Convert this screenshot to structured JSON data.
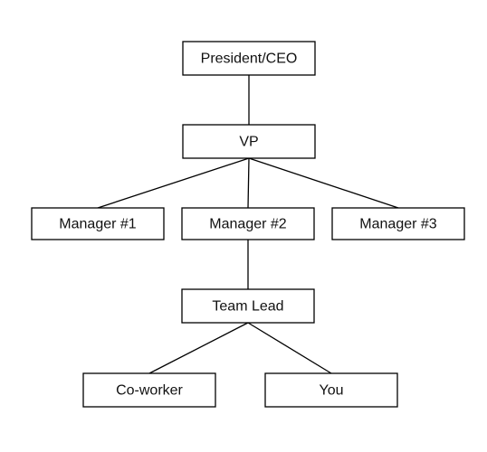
{
  "org_chart": {
    "nodes": [
      {
        "id": "ceo",
        "label": "President/CEO"
      },
      {
        "id": "vp",
        "label": "VP"
      },
      {
        "id": "mgr1",
        "label": "Manager #1"
      },
      {
        "id": "mgr2",
        "label": "Manager #2"
      },
      {
        "id": "mgr3",
        "label": "Manager #3"
      },
      {
        "id": "lead",
        "label": "Team Lead"
      },
      {
        "id": "coworker",
        "label": "Co-worker"
      },
      {
        "id": "you",
        "label": "You"
      }
    ],
    "edges": [
      {
        "from": "ceo",
        "to": "vp"
      },
      {
        "from": "vp",
        "to": "mgr1"
      },
      {
        "from": "vp",
        "to": "mgr2"
      },
      {
        "from": "vp",
        "to": "mgr3"
      },
      {
        "from": "mgr2",
        "to": "lead"
      },
      {
        "from": "lead",
        "to": "coworker"
      },
      {
        "from": "lead",
        "to": "you"
      }
    ],
    "colors": {
      "box_fill": "#ffffff",
      "line": "#000000",
      "text": "#111111"
    }
  }
}
